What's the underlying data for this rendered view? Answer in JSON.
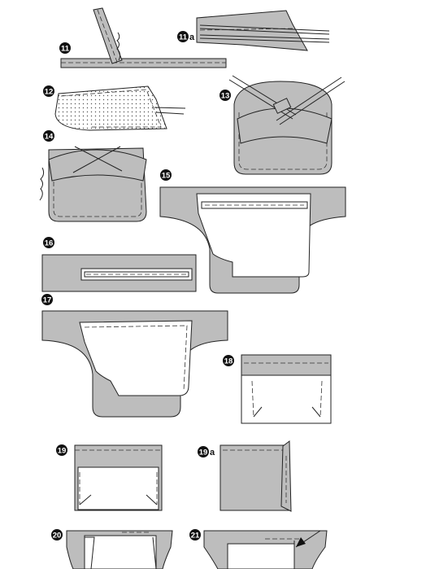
{
  "colors": {
    "fabric": "#bdbdbd",
    "outline": "#222222",
    "badge": "#111111",
    "paper": "#ffffff"
  },
  "steps": [
    {
      "id": "s11",
      "num": "11",
      "suffix": ""
    },
    {
      "id": "s11a",
      "num": "11",
      "suffix": "a"
    },
    {
      "id": "s12",
      "num": "12",
      "suffix": ""
    },
    {
      "id": "s13",
      "num": "13",
      "suffix": ""
    },
    {
      "id": "s14",
      "num": "14",
      "suffix": ""
    },
    {
      "id": "s15",
      "num": "15",
      "suffix": ""
    },
    {
      "id": "s16",
      "num": "16",
      "suffix": ""
    },
    {
      "id": "s17",
      "num": "17",
      "suffix": ""
    },
    {
      "id": "s18",
      "num": "18",
      "suffix": ""
    },
    {
      "id": "s19",
      "num": "19",
      "suffix": ""
    },
    {
      "id": "s19a",
      "num": "19",
      "suffix": "a"
    },
    {
      "id": "s20",
      "num": "20",
      "suffix": ""
    },
    {
      "id": "s21",
      "num": "21",
      "suffix": ""
    }
  ]
}
